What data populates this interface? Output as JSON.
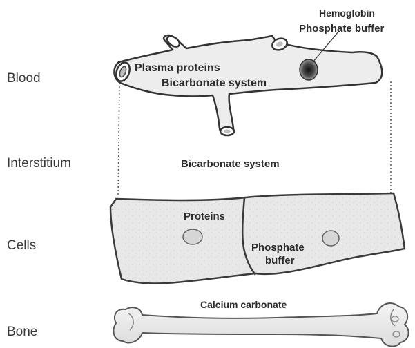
{
  "rows": {
    "blood": "Blood",
    "interstitium": "Interstitium",
    "cells": "Cells",
    "bone": "Bone"
  },
  "labels": {
    "hemoglobin": "Hemoglobin",
    "phosphate_buffer_blood": "Phosphate buffer",
    "plasma_proteins": "Plasma proteins",
    "bicarbonate_blood": "Bicarbonate system",
    "bicarbonate_interstitium": "Bicarbonate system",
    "proteins": "Proteins",
    "phosphate_buffer_cells_line1": "Phosphate",
    "phosphate_buffer_cells_line2": "buffer",
    "calcium_carbonate": "Calcium carbonate"
  }
}
